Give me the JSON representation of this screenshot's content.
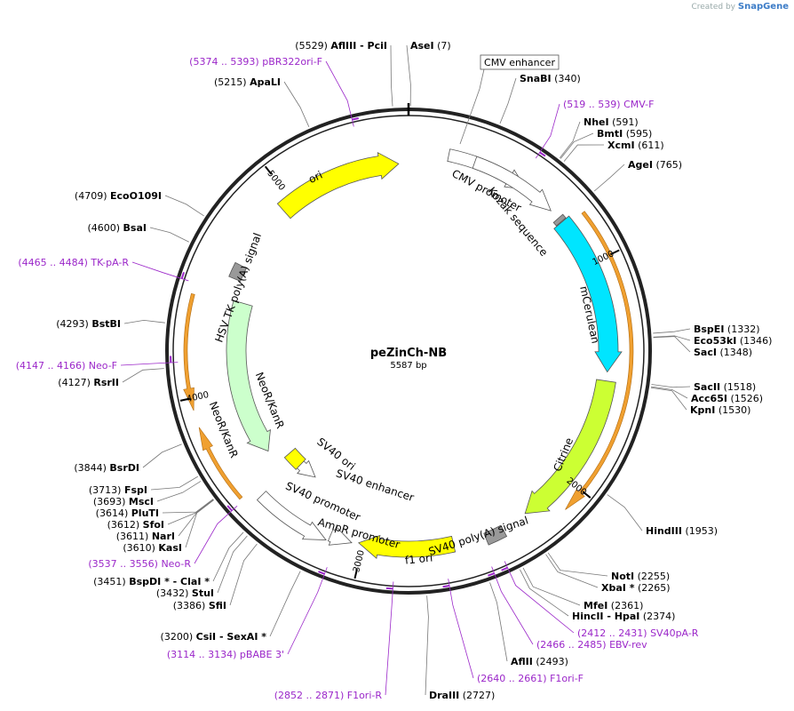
{
  "credit": {
    "prefix": "Created by",
    "brand": "SnapGene"
  },
  "plasmid": {
    "name": "peZinCh-NB",
    "length": 5587,
    "size_label": "5587 bp"
  },
  "ticks": [
    {
      "pos": 1000,
      "label": "1000"
    },
    {
      "pos": 2000,
      "label": "2000"
    },
    {
      "pos": 3000,
      "label": "3000"
    },
    {
      "pos": 4000,
      "label": "4000"
    },
    {
      "pos": 5000,
      "label": "5000"
    }
  ],
  "sites": [
    {
      "name": "AseI",
      "pos": 7,
      "text": "(7)"
    },
    {
      "name": "SnaBI",
      "pos": 340,
      "text": "(340)"
    },
    {
      "name": "NheI",
      "pos": 591,
      "text": "(591)"
    },
    {
      "name": "BmtI",
      "pos": 595,
      "text": "(595)"
    },
    {
      "name": "XcmI",
      "pos": 611,
      "text": "(611)"
    },
    {
      "name": "AgeI",
      "pos": 765,
      "text": "(765)"
    },
    {
      "name": "BspEI",
      "pos": 1332,
      "text": "(1332)"
    },
    {
      "name": "Eco53kI",
      "pos": 1346,
      "text": "(1346)"
    },
    {
      "name": "SacI",
      "pos": 1348,
      "text": "(1348)"
    },
    {
      "name": "SacII",
      "pos": 1518,
      "text": "(1518)"
    },
    {
      "name": "Acc65I",
      "pos": 1526,
      "text": "(1526)"
    },
    {
      "name": "KpnI",
      "pos": 1530,
      "text": "(1530)"
    },
    {
      "name": "HindIII",
      "pos": 1953,
      "text": "(1953)"
    },
    {
      "name": "NotI",
      "pos": 2255,
      "text": "(2255)"
    },
    {
      "name": "XbaI *",
      "pos": 2265,
      "text": "(2265)"
    },
    {
      "name": "MfeI",
      "pos": 2361,
      "text": "(2361)"
    },
    {
      "name": "HincII - HpaI",
      "pos": 2374,
      "text": "(2374)"
    },
    {
      "name": "AflII",
      "pos": 2493,
      "text": "(2493)"
    },
    {
      "name": "DraIII",
      "pos": 2727,
      "text": "(2727)"
    },
    {
      "name": "CsiI - SexAI *",
      "pos": 3200,
      "text": "(3200)"
    },
    {
      "name": "SfiI",
      "pos": 3386,
      "text": "(3386)"
    },
    {
      "name": "StuI",
      "pos": 3432,
      "text": "(3432)"
    },
    {
      "name": "BspDI * - ClaI *",
      "pos": 3451,
      "text": "(3451)"
    },
    {
      "name": "KasI",
      "pos": 3610,
      "text": "(3610)"
    },
    {
      "name": "NarI",
      "pos": 3611,
      "text": "(3611)"
    },
    {
      "name": "SfoI",
      "pos": 3612,
      "text": "(3612)"
    },
    {
      "name": "PluTI",
      "pos": 3614,
      "text": "(3614)"
    },
    {
      "name": "MscI",
      "pos": 3693,
      "text": "(3693)"
    },
    {
      "name": "FspI",
      "pos": 3713,
      "text": "(3713)"
    },
    {
      "name": "BsrDI",
      "pos": 3844,
      "text": "(3844)"
    },
    {
      "name": "RsrII",
      "pos": 4127,
      "text": "(4127)"
    },
    {
      "name": "BstBI",
      "pos": 4293,
      "text": "(4293)"
    },
    {
      "name": "BsaI",
      "pos": 4600,
      "text": "(4600)"
    },
    {
      "name": "EcoO109I",
      "pos": 4709,
      "text": "(4709)"
    },
    {
      "name": "ApaLI",
      "pos": 5215,
      "text": "(5215)"
    },
    {
      "name": "AflIII - PciI",
      "pos": 5529,
      "text": "(5529)"
    }
  ],
  "primers": [
    {
      "name": "CMV-F",
      "range": "(519 .. 539)"
    },
    {
      "name": "SV40pA-R",
      "range": "(2412 .. 2431)"
    },
    {
      "name": "EBV-rev",
      "range": "(2466 .. 2485)"
    },
    {
      "name": "F1ori-F",
      "range": "(2640 .. 2661)"
    },
    {
      "name": "F1ori-R",
      "range": "(2852 .. 2871)"
    },
    {
      "name": "pBABE 3'",
      "range": "(3114 .. 3134)"
    },
    {
      "name": "Neo-R",
      "range": "(3537 .. 3556)"
    },
    {
      "name": "Neo-F",
      "range": "(4147 .. 4166)"
    },
    {
      "name": "TK-pA-R",
      "range": "(4465 .. 4484)"
    },
    {
      "name": "pBR322ori-F",
      "range": "(5374 .. 5393)"
    }
  ],
  "features": [
    {
      "name": "CMV enhancer",
      "color": "#ffffff"
    },
    {
      "name": "CMV promoter",
      "color": "#ffffff"
    },
    {
      "name": "Kozak sequence",
      "color": "#999999"
    },
    {
      "name": "mCerulean",
      "color": "#00e5ff"
    },
    {
      "name": "Citrine",
      "color": "#ccff33"
    },
    {
      "name": "SV40 poly(A) signal",
      "color": "#999999"
    },
    {
      "name": "f1 ori",
      "color": "#ffff00"
    },
    {
      "name": "AmpR promoter",
      "color": "#ffffff"
    },
    {
      "name": "SV40 promoter",
      "color": "#ffffff"
    },
    {
      "name": "SV40 enhancer",
      "color": "#ffffff"
    },
    {
      "name": "SV40 ori",
      "color": "#ffff00"
    },
    {
      "name": "NeoR/KanR",
      "color": "#ccffcc"
    },
    {
      "name": "HSV TK poly(A) signal",
      "color": "#999999"
    },
    {
      "name": "ori",
      "color": "#ffff00"
    }
  ],
  "orf_color": "#f0a030"
}
